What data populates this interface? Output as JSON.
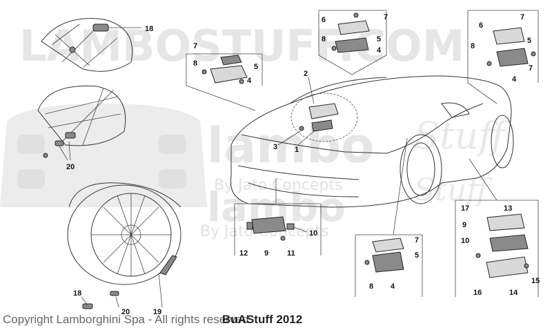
{
  "watermarks": {
    "big": "LAMBOSTUFF.COM",
    "brand1": "lambo",
    "brand1_script": "Stuff",
    "sub1": "By Jato Concepts",
    "brand2": "lambo",
    "brand2_script": "Stuff",
    "sub2": "By Jato Concepts"
  },
  "footer": {
    "copyright": "Copyright Lamborghini Spa - All rights reserved",
    "overlay": "BuAStuff 2012"
  },
  "callouts": [
    {
      "id": "c18-top",
      "label": "18"
    },
    {
      "id": "c20-mid",
      "label": "20"
    },
    {
      "id": "c18-bot",
      "label": "18"
    },
    {
      "id": "c20-bot",
      "label": "20"
    },
    {
      "id": "c19",
      "label": "19"
    },
    {
      "id": "c7-a",
      "label": "7"
    },
    {
      "id": "c8-a",
      "label": "8"
    },
    {
      "id": "c5-a",
      "label": "5"
    },
    {
      "id": "c4-a",
      "label": "4"
    },
    {
      "id": "c7-b",
      "label": "7"
    },
    {
      "id": "c6-b",
      "label": "6"
    },
    {
      "id": "c8-b",
      "label": "8"
    },
    {
      "id": "c5-b",
      "label": "5"
    },
    {
      "id": "c4-b",
      "label": "4"
    },
    {
      "id": "c7-c",
      "label": "7"
    },
    {
      "id": "c6-c",
      "label": "6"
    },
    {
      "id": "c8-c",
      "label": "8"
    },
    {
      "id": "c5-c",
      "label": "5"
    },
    {
      "id": "c7-c2",
      "label": "7"
    },
    {
      "id": "c4-c",
      "label": "4"
    },
    {
      "id": "c2",
      "label": "2"
    },
    {
      "id": "c3",
      "label": "3"
    },
    {
      "id": "c1",
      "label": "1"
    },
    {
      "id": "c10",
      "label": "10"
    },
    {
      "id": "c12",
      "label": "12"
    },
    {
      "id": "c9",
      "label": "9"
    },
    {
      "id": "c11",
      "label": "11"
    },
    {
      "id": "c7-d",
      "label": "7"
    },
    {
      "id": "c5-d",
      "label": "5"
    },
    {
      "id": "c8-d",
      "label": "8"
    },
    {
      "id": "c4-d",
      "label": "4"
    },
    {
      "id": "c17",
      "label": "17"
    },
    {
      "id": "c13",
      "label": "13"
    },
    {
      "id": "c9-e",
      "label": "9"
    },
    {
      "id": "c10-e",
      "label": "10"
    },
    {
      "id": "c15",
      "label": "15"
    },
    {
      "id": "c16",
      "label": "16"
    },
    {
      "id": "c14",
      "label": "14"
    }
  ]
}
